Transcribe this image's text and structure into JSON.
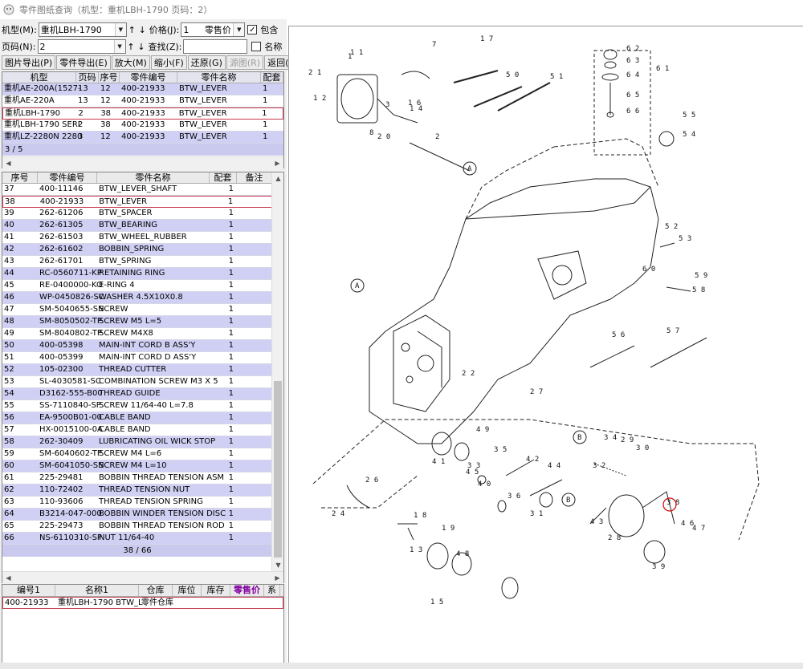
{
  "window": {
    "title": "零件图纸查询（机型：重机LBH-1790 页码：2）"
  },
  "toolbar": {
    "model_label": "机型(M):",
    "model_value": "重机LBH-1790",
    "price_label": "价格(J):",
    "price_value": "1",
    "price_type": "零售价",
    "include_label": "包含",
    "page_label": "页码(N):",
    "page_value": "2",
    "find_label": "查找(Z):",
    "find_value": "",
    "name_label": "名称",
    "buttons": [
      "图片导出(P)",
      "零件导出(E)",
      "放大(M)",
      "缩小(F)",
      "还原(G)",
      "源图(R)",
      "返回(C)"
    ]
  },
  "models_table": {
    "columns": [
      "机型",
      "页码",
      "序号",
      "零件编号",
      "零件名称",
      "配套"
    ],
    "rows": [
      [
        "重机AE-200A(1527-",
        "13",
        "12",
        "400-21933",
        "BTW_LEVER",
        "1"
      ],
      [
        "重机AE-220A",
        "13",
        "12",
        "400-21933",
        "BTW_LEVER",
        "1"
      ],
      [
        "重机LBH-1790",
        "2",
        "38",
        "400-21933",
        "BTW_LEVER",
        "1"
      ],
      [
        "重机LBH-1790 SERI",
        "2",
        "38",
        "400-21933",
        "BTW_LEVER",
        "1"
      ],
      [
        "重机LZ-2280N 2280",
        "3",
        "12",
        "400-21933",
        "BTW_LEVER",
        "1"
      ]
    ],
    "status": "3 / 5"
  },
  "parts_table": {
    "columns": [
      "序号",
      "零件编号",
      "零件名称",
      "配套",
      "备注"
    ],
    "rows": [
      [
        "37",
        "400-11146",
        "BTW_LEVER_SHAFT",
        "1"
      ],
      [
        "38",
        "400-21933",
        "BTW_LEVER",
        "1"
      ],
      [
        "39",
        "262-61206",
        "BTW_SPACER",
        "1"
      ],
      [
        "40",
        "262-61305",
        "BTW_BEARING",
        "1"
      ],
      [
        "41",
        "262-61503",
        "BTW_WHEEL_RUBBER",
        "1"
      ],
      [
        "42",
        "262-61602",
        "BOBBIN_SPRING",
        "1"
      ],
      [
        "43",
        "262-61701",
        "BTW_SPRING",
        "1"
      ],
      [
        "44",
        "RC-0560711-KP",
        "RETAINING RING",
        "1"
      ],
      [
        "45",
        "RE-0400000-KO",
        "E-RING 4",
        "1"
      ],
      [
        "46",
        "WP-0450826-SC",
        "WASHER 4.5X10X0.8",
        "1"
      ],
      [
        "47",
        "SM-5040655-SN",
        "SCREW",
        "1"
      ],
      [
        "48",
        "SM-8050502-TP",
        "SCREW M5 L=5",
        "1"
      ],
      [
        "49",
        "SM-8040802-TP",
        "SCREW M4X8",
        "1"
      ],
      [
        "50",
        "400-05398",
        "MAIN-INT CORD B ASS'Y",
        "1"
      ],
      [
        "51",
        "400-05399",
        "MAIN-INT CORD D ASS'Y",
        "1"
      ],
      [
        "52",
        "105-02300",
        "THREAD CUTTER",
        "1"
      ],
      [
        "53",
        "SL-4030581-SC",
        "COMBINATION SCREW M3 X 5",
        "1"
      ],
      [
        "54",
        "D3162-555-B00",
        "THREAD GUIDE",
        "1"
      ],
      [
        "55",
        "SS-7110840-SP",
        "SCREW 11/64-40 L=7.8",
        "1"
      ],
      [
        "56",
        "EA-9500B01-00",
        "CABLE BAND",
        "1"
      ],
      [
        "57",
        "HX-0015100-0A",
        "CABLE BAND",
        "1"
      ],
      [
        "58",
        "262-30409",
        "LUBRICATING OIL WICK STOP",
        "1"
      ],
      [
        "59",
        "SM-6040602-TP",
        "SCREW M4 L=6",
        "1"
      ],
      [
        "60",
        "SM-6041050-SN",
        "SCREW M4 L=10",
        "1"
      ],
      [
        "61",
        "225-29481",
        "BOBBIN THREAD TENSION ASM",
        "1"
      ],
      [
        "62",
        "110-72402",
        "THREAD TENSION NUT",
        "1"
      ],
      [
        "63",
        "110-93606",
        "THREAD TENSION SPRING",
        "1"
      ],
      [
        "64",
        "B3214-047-000",
        "BOBBIN WINDER TENSION DISC",
        "1"
      ],
      [
        "65",
        "225-29473",
        "BOBBIN THREAD TENSION ROD",
        "1"
      ],
      [
        "66",
        "NS-6110310-SP",
        "NUT 11/64-40",
        "1"
      ]
    ],
    "status": "38 / 66"
  },
  "stock_table": {
    "columns": [
      "编号1",
      "名称1",
      "仓库",
      "库位",
      "库存",
      "零售价",
      "系"
    ],
    "rows": [
      [
        "400-21933",
        "重机LBH-1790 BTW_L",
        "零件仓库",
        "",
        "",
        "",
        ""
      ]
    ]
  },
  "drawing": {
    "callouts": [
      "1",
      "2",
      "3",
      "7",
      "8",
      "11",
      "12",
      "13",
      "14",
      "15",
      "16",
      "17",
      "18",
      "19",
      "20",
      "21",
      "22",
      "24",
      "26",
      "27",
      "28",
      "29",
      "30",
      "31",
      "32",
      "33",
      "34",
      "35",
      "36",
      "38",
      "39",
      "40",
      "41",
      "42",
      "43",
      "44",
      "45",
      "46",
      "47",
      "48",
      "49",
      "50",
      "51",
      "52",
      "53",
      "54",
      "55",
      "56",
      "57",
      "58",
      "59",
      "60",
      "61",
      "62",
      "63",
      "64",
      "65",
      "66"
    ],
    "marks": [
      "A",
      "B"
    ],
    "highlight": "38"
  }
}
